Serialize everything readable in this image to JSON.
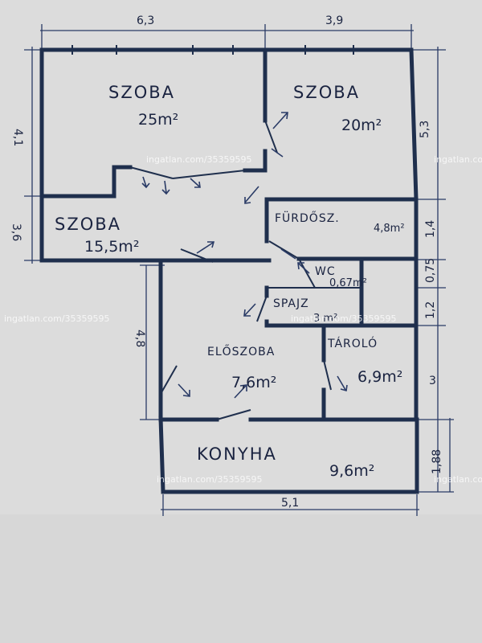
{
  "rooms": {
    "szoba1": {
      "name": "SZOBA",
      "area": "25m²"
    },
    "szoba2": {
      "name": "SZOBA",
      "area": "20m²"
    },
    "szoba3": {
      "name": "SZOBA",
      "area": "15,5m²"
    },
    "furdo": {
      "name": "FÜRDŐSZ.",
      "area": "4,8m²"
    },
    "wc": {
      "name": "WC",
      "area": "0,67m²"
    },
    "spajz": {
      "name": "SPAJZ",
      "area": "3 m²"
    },
    "eloszoba": {
      "name": "ELŐSZOBA",
      "area": "7,6m²"
    },
    "tarolo": {
      "name": "TÁROLÓ",
      "area": "6,9m²"
    },
    "konyha": {
      "name": "KONYHA",
      "area": "9,6m²"
    }
  },
  "dimensions": {
    "top_left": "6,3",
    "top_right": "3,9",
    "left_upper": "4,1",
    "left_lower": "3,6",
    "right_upper": "5,3",
    "right_furdo": "1,4",
    "right_wc": "0,75",
    "right_spajz": "1,2",
    "right_tarolo": "3",
    "right_konyha": "1,88",
    "hall_left": "4,8",
    "bottom": "5,1"
  },
  "watermark": "ingatlan.com/35359595"
}
